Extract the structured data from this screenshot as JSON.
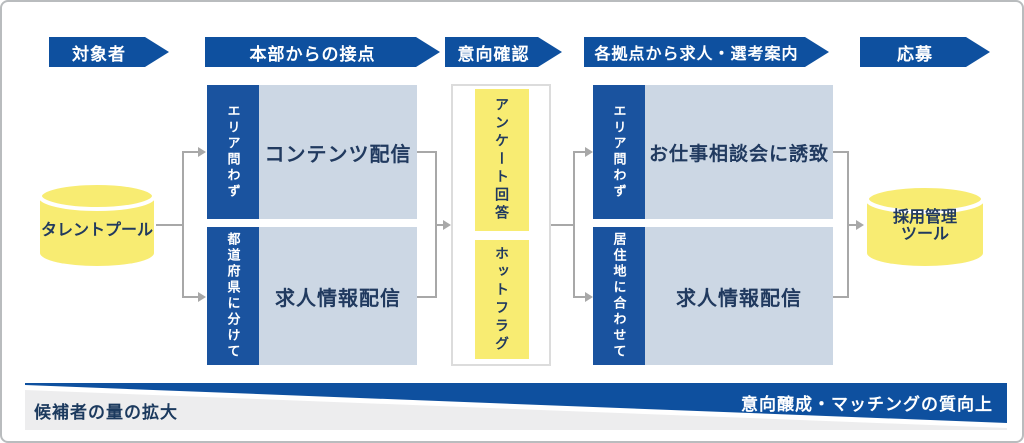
{
  "steps": [
    {
      "label": "対象者"
    },
    {
      "label": "本部からの接点"
    },
    {
      "label": "意向確認"
    },
    {
      "label": "各拠点から求人・選考案内"
    },
    {
      "label": "応募"
    }
  ],
  "talent_pool": {
    "label": "タレントプール"
  },
  "hq_boxes": [
    {
      "tag": "エリア問わず",
      "label": "コンテンツ配信"
    },
    {
      "tag": "都道府県に分けて",
      "label": "求人情報配信"
    }
  ],
  "intent_check": {
    "items": [
      {
        "label": "アンケート回答"
      },
      {
        "label": "ホットフラグ"
      }
    ]
  },
  "branch_boxes": [
    {
      "tag": "エリア問わず",
      "label": "お仕事相談会に誘致"
    },
    {
      "tag": "居住地に合わせて",
      "label": "求人情報配信"
    }
  ],
  "recruit_tool": {
    "lines": [
      "採用管理",
      "ツール"
    ]
  },
  "footer": {
    "left": "候補者の量の拡大",
    "right": "意向醸成・マッチングの質向上"
  },
  "colors": {
    "primary_blue": "#0e509f",
    "tag_blue": "#1a539f",
    "light_box": "#ccd7e4",
    "yellow": "#f8ec72",
    "navy_text": "#213a5f",
    "connector_gray": "#a8a8a8",
    "footer_gray": "#ededee"
  }
}
